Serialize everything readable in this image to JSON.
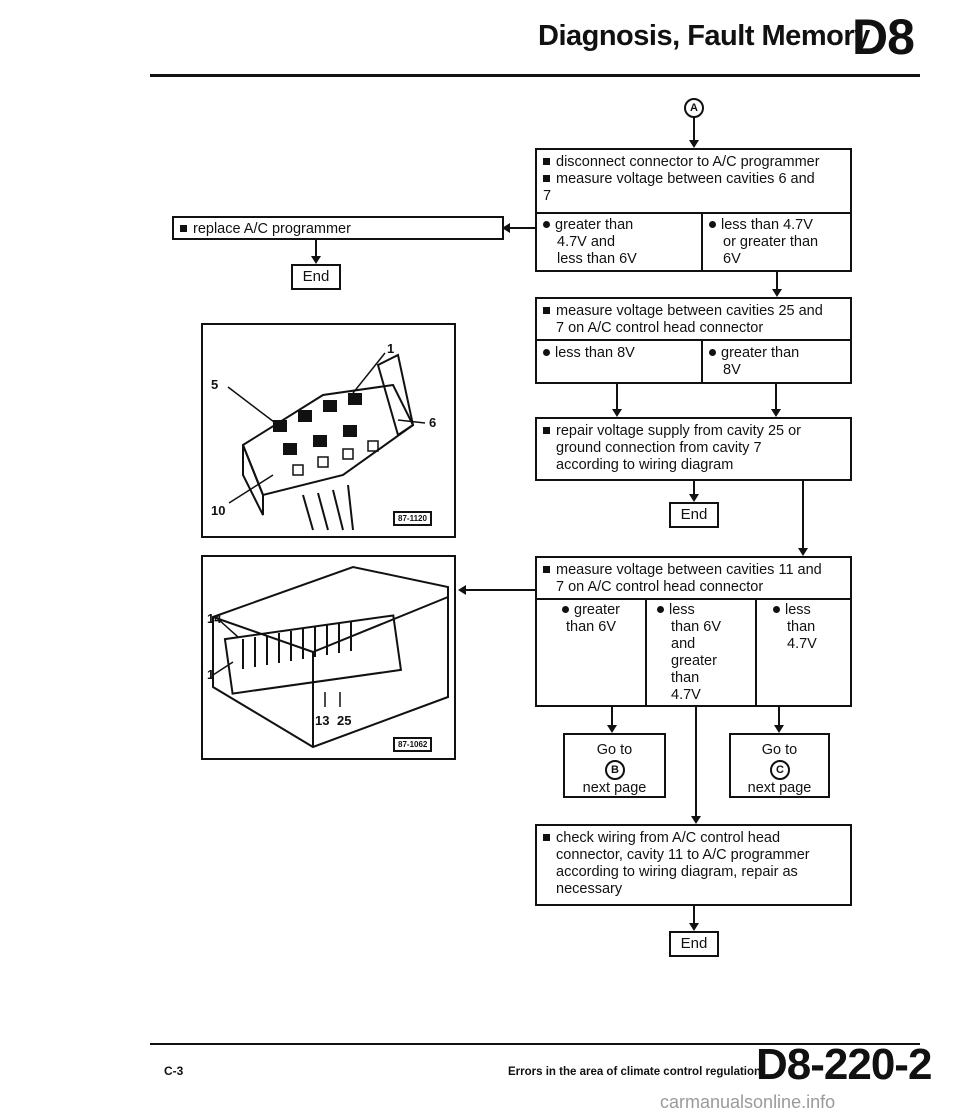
{
  "header": {
    "title": "Diagnosis, Fault Memory",
    "code": "D8"
  },
  "start_marker": "A",
  "step1": {
    "line1": "disconnect connector to A/C programmer",
    "line2a": "measure voltage between cavities 6 and",
    "line2b": "7"
  },
  "step1_opt_left": {
    "l1": "greater than",
    "l2": "4.7V and",
    "l3": "less than 6V"
  },
  "step1_opt_right": {
    "l1": "less than 4.7V",
    "l2": "or greater than",
    "l3": "6V"
  },
  "replace_box": {
    "text": "replace A/C programmer"
  },
  "end_label": "End",
  "step2": {
    "l1": "measure voltage between cavities 25 and",
    "l2": "7 on A/C control head connector"
  },
  "step2_opt_left": {
    "l1": "less than 8V"
  },
  "step2_opt_right": {
    "l1": "greater than",
    "l2": "8V"
  },
  "step3": {
    "l1": "repair voltage supply from cavity 25 or",
    "l2": "ground connection from cavity 7",
    "l3": "according to wiring diagram"
  },
  "step4": {
    "l1": "measure voltage between cavities 11 and",
    "l2": "7 on A/C control head connector"
  },
  "step4_opt1": {
    "l1": "greater",
    "l2": "than 6V"
  },
  "step4_opt2": {
    "l1": "less",
    "l2": "than 6V",
    "l3": "and",
    "l4": "greater",
    "l5": "than",
    "l6": "4.7V"
  },
  "step4_opt3": {
    "l1": "less",
    "l2": "than",
    "l3": "4.7V"
  },
  "goto_b": {
    "l1": "Go to",
    "marker": "B",
    "l2": "next page"
  },
  "goto_c": {
    "l1": "Go to",
    "marker": "C",
    "l2": "next page"
  },
  "step5": {
    "l1": "check wiring from A/C control head",
    "l2": "connector, cavity 11 to A/C programmer",
    "l3": "according to wiring diagram, repair as",
    "l4": "necessary"
  },
  "figure1": {
    "tag": "87-1120",
    "labels": [
      "5",
      "1",
      "6",
      "10"
    ]
  },
  "figure2": {
    "tag": "87-1062",
    "labels": [
      "14",
      "1",
      "13",
      "25"
    ]
  },
  "footer": {
    "left": "C-3",
    "middle": "Errors in the area of climate control regulation",
    "code": "D8-220-2",
    "watermark": "carmanualsonline.info"
  }
}
